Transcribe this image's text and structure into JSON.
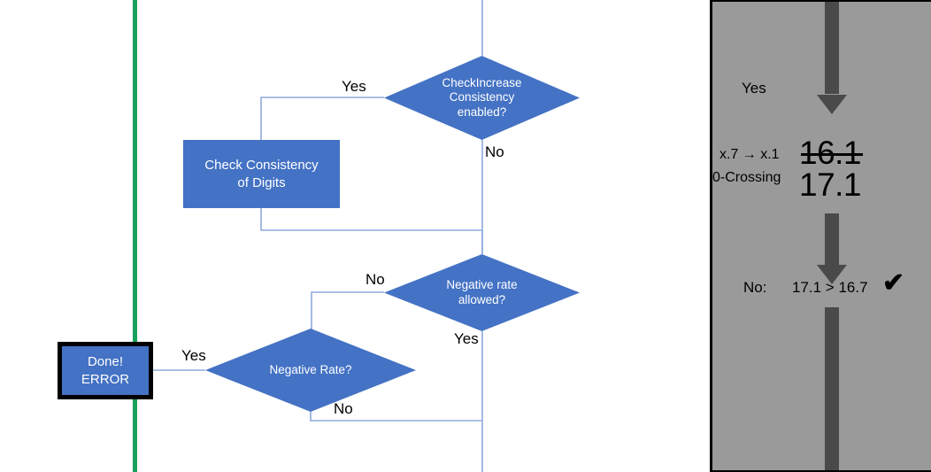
{
  "flowchart": {
    "nodes": {
      "check_increase_consistency": {
        "line1": "CheckIncrease",
        "line2": "Consistency",
        "line3": "enabled?",
        "shape": "decision"
      },
      "check_consistency_of_digits": {
        "line1": "Check Consistency",
        "line2": "of Digits",
        "shape": "process"
      },
      "negative_rate_allowed": {
        "line1": "Negative rate",
        "line2": "allowed?",
        "shape": "decision"
      },
      "negative_rate": {
        "line1": "Negative Rate?",
        "shape": "decision"
      },
      "done_error": {
        "line1": "Done!",
        "line2": "ERROR",
        "shape": "terminator"
      }
    },
    "edge_labels": {
      "yes_to_check_consistency": "Yes",
      "no_from_check_increase": "No",
      "no_from_negative_rate_allowed": "No",
      "yes_from_negative_rate_allowed": "Yes",
      "yes_to_done_error": "Yes",
      "no_from_negative_rate": "No"
    },
    "colors": {
      "shape_fill": "#4472C4",
      "connector": "#8FAADC",
      "divider": "#18A15A",
      "text_on_shape": "#FFFFFF"
    }
  },
  "annotation_panel": {
    "background": "#9A9A9A",
    "arrow_color": "#4A4A4A",
    "yes_label": "Yes",
    "mapping_label": "x.7 → x.1",
    "crossing_label": "0-Crossing",
    "value_old": "16.1",
    "value_old_struck": true,
    "value_new": "17.1",
    "no_label": "No:",
    "comparison": "17.1 > 16.7",
    "check_mark": "✔"
  }
}
